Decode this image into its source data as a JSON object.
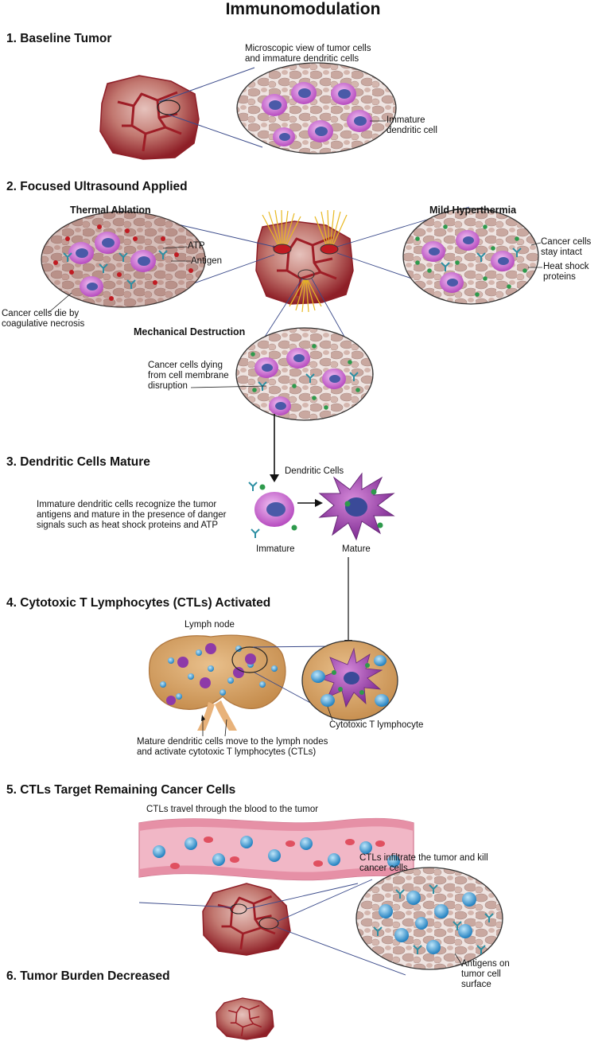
{
  "title": "Immunomodulation",
  "sections": {
    "s1": "1. Baseline Tumor",
    "s2": "2. Focused Ultrasound Applied",
    "s3": "3. Dendritic Cells Mature",
    "s4": "4. Cytotoxic T Lymphocytes (CTLs) Activated",
    "s5": "5. CTLs Target Remaining Cancer Cells",
    "s6": "6. Tumor Burden Decreased"
  },
  "subheadings": {
    "thermal": "Thermal Ablation",
    "mild": "Mild Hyperthermia",
    "mechanical": "Mechanical Destruction"
  },
  "labels": {
    "micro_view": [
      "Microscopic view of tumor cells",
      "and immature dendritic cells"
    ],
    "immature_dc": [
      "Immature",
      "dendritic cell"
    ],
    "atp": "ATP",
    "antigen": "Antigen",
    "coag": [
      "Cancer cells die by",
      "coagulative necrosis"
    ],
    "intact": [
      "Cancer cells",
      "stay intact"
    ],
    "hsp": [
      "Heat shock",
      "proteins"
    ],
    "membrane": [
      "Cancer cells dying",
      "from cell membrane",
      "disruption"
    ],
    "dendritic_cells": "Dendritic Cells",
    "recognize": [
      "Immature dendritic cells recognize the tumor",
      "antigens and mature in the presence of danger",
      "signals such as heat shock proteins and ATP"
    ],
    "immature": "Immature",
    "mature": "Mature",
    "lymph_node": "Lymph node",
    "ctl": "Cytotoxic T lymphocyte",
    "move": [
      "Mature dendritic cells move to the lymph nodes",
      "and activate cytotoxic T lymphocytes (CTLs)"
    ],
    "travel": "CTLs travel through the blood to the tumor",
    "infiltrate": [
      "CTLs infiltrate the tumor and kill",
      "cancer cells"
    ],
    "antigens_surface": [
      "Antigens on",
      "tumor cell",
      "surface"
    ]
  },
  "colors": {
    "tumor": "#a0242c",
    "tumor_light": "#d9b0a8",
    "tissue": "#c9a8a0",
    "dc": "#c25ec8",
    "nucleus": "#4a5aa8",
    "tcell": "#3aa0d8",
    "lymph": "#d6a266",
    "atp": "#c01b22",
    "hsp": "#2e9a4c",
    "antigen": "#2d8fa3",
    "vessel": "#e8a0b2"
  }
}
